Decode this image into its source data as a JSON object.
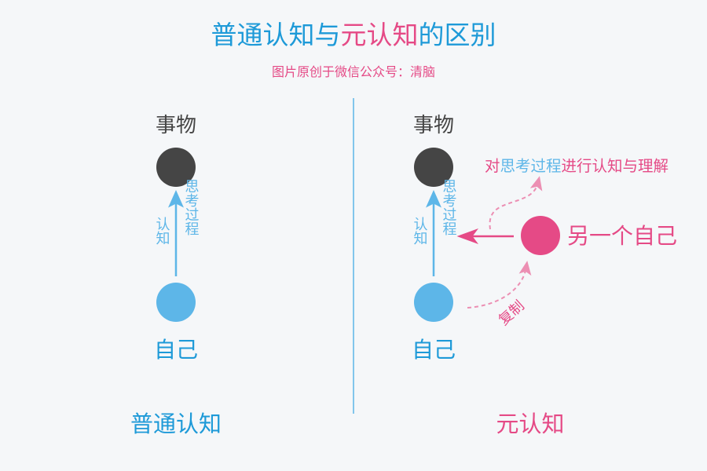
{
  "title": {
    "part1": "普通认知与",
    "part2": "元认知",
    "part3": "的区别"
  },
  "subtitle": "图片原创于微信公众号：清脑",
  "left": {
    "object_label": "事物",
    "self_label": "自己",
    "arrow_left_label": "认知",
    "arrow_right_label": "思考过程",
    "caption": "普通认知"
  },
  "right": {
    "object_label": "事物",
    "self_label": "自己",
    "arrow_left_label": "认知",
    "arrow_right_label": "思考过程",
    "other_self_label": "另一个自己",
    "copy_label": "复制",
    "meta_label": {
      "part1": "对",
      "part2": "思考过程",
      "part3": "进行认知与理解"
    },
    "caption": "元认知"
  },
  "colors": {
    "blue": "#1e9ad8",
    "light_blue": "#5db6e8",
    "pink": "#e54a86",
    "dark": "#454545",
    "background": "#f5f7f9"
  }
}
